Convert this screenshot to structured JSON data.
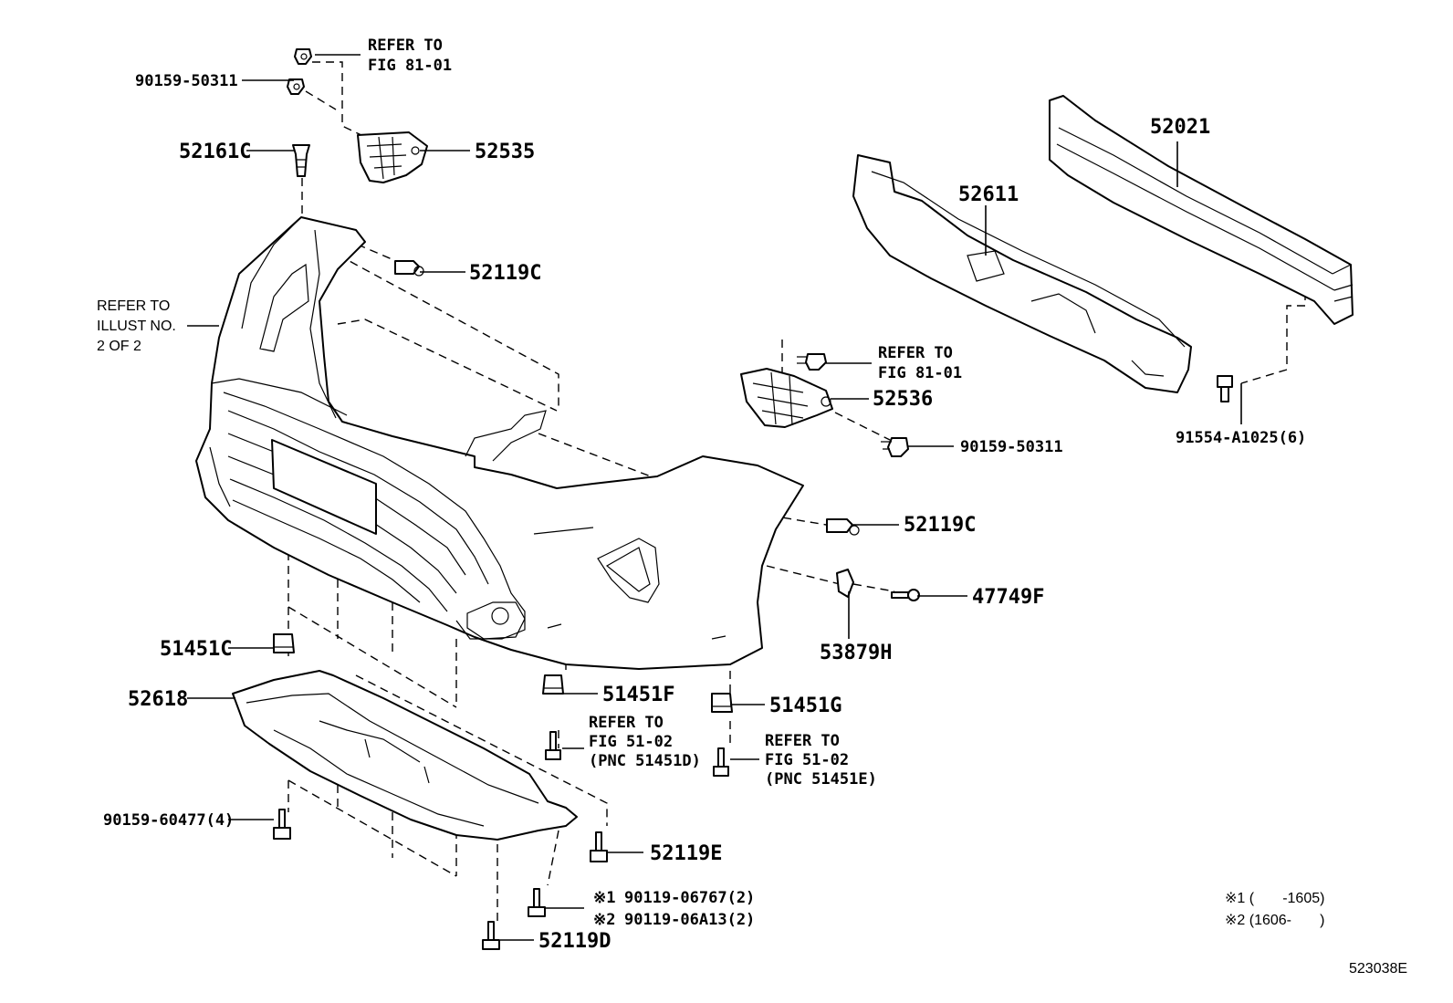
{
  "diagram_id": "523038E",
  "parts": {
    "p_90159_50311_a": "90159-50311",
    "p_52161c": "52161C",
    "p_52535": "52535",
    "p_52119c_a": "52119C",
    "p_52021": "52021",
    "p_52611": "52611",
    "p_52536": "52536",
    "p_90159_50311_b": "90159-50311",
    "p_91554": "91554-A1025(6)",
    "p_52119c_b": "52119C",
    "p_47749f": "47749F",
    "p_53879h": "53879H",
    "p_51451c": "51451C",
    "p_52618": "52618",
    "p_51451f": "51451F",
    "p_51451g": "51451G",
    "p_90159_60477": "90159-60477(4)",
    "p_52119e": "52119E",
    "p_52119d": "52119D",
    "p_90119_06767": "90119-06767(2)",
    "p_90119_06a13": "90119-06A13(2)"
  },
  "refs": {
    "ref_fig8101_a": [
      "REFER TO",
      "FIG 81-01"
    ],
    "ref_illust": [
      "REFER TO",
      "ILLUST NO.",
      "2 OF 2"
    ],
    "ref_fig8101_b": [
      "REFER TO",
      "FIG 81-01"
    ],
    "ref_fig5102_d": [
      "REFER TO",
      "FIG 51-02",
      "(PNC 51451D)"
    ],
    "ref_fig5102_e": [
      "REFER TO",
      "FIG 51-02",
      "(PNC 51451E)"
    ]
  },
  "markers": {
    "m1": "※1",
    "m2": "※2"
  },
  "legend": {
    "l1": "※1 (       -1605)",
    "l2": "※2 (1606-       )"
  }
}
